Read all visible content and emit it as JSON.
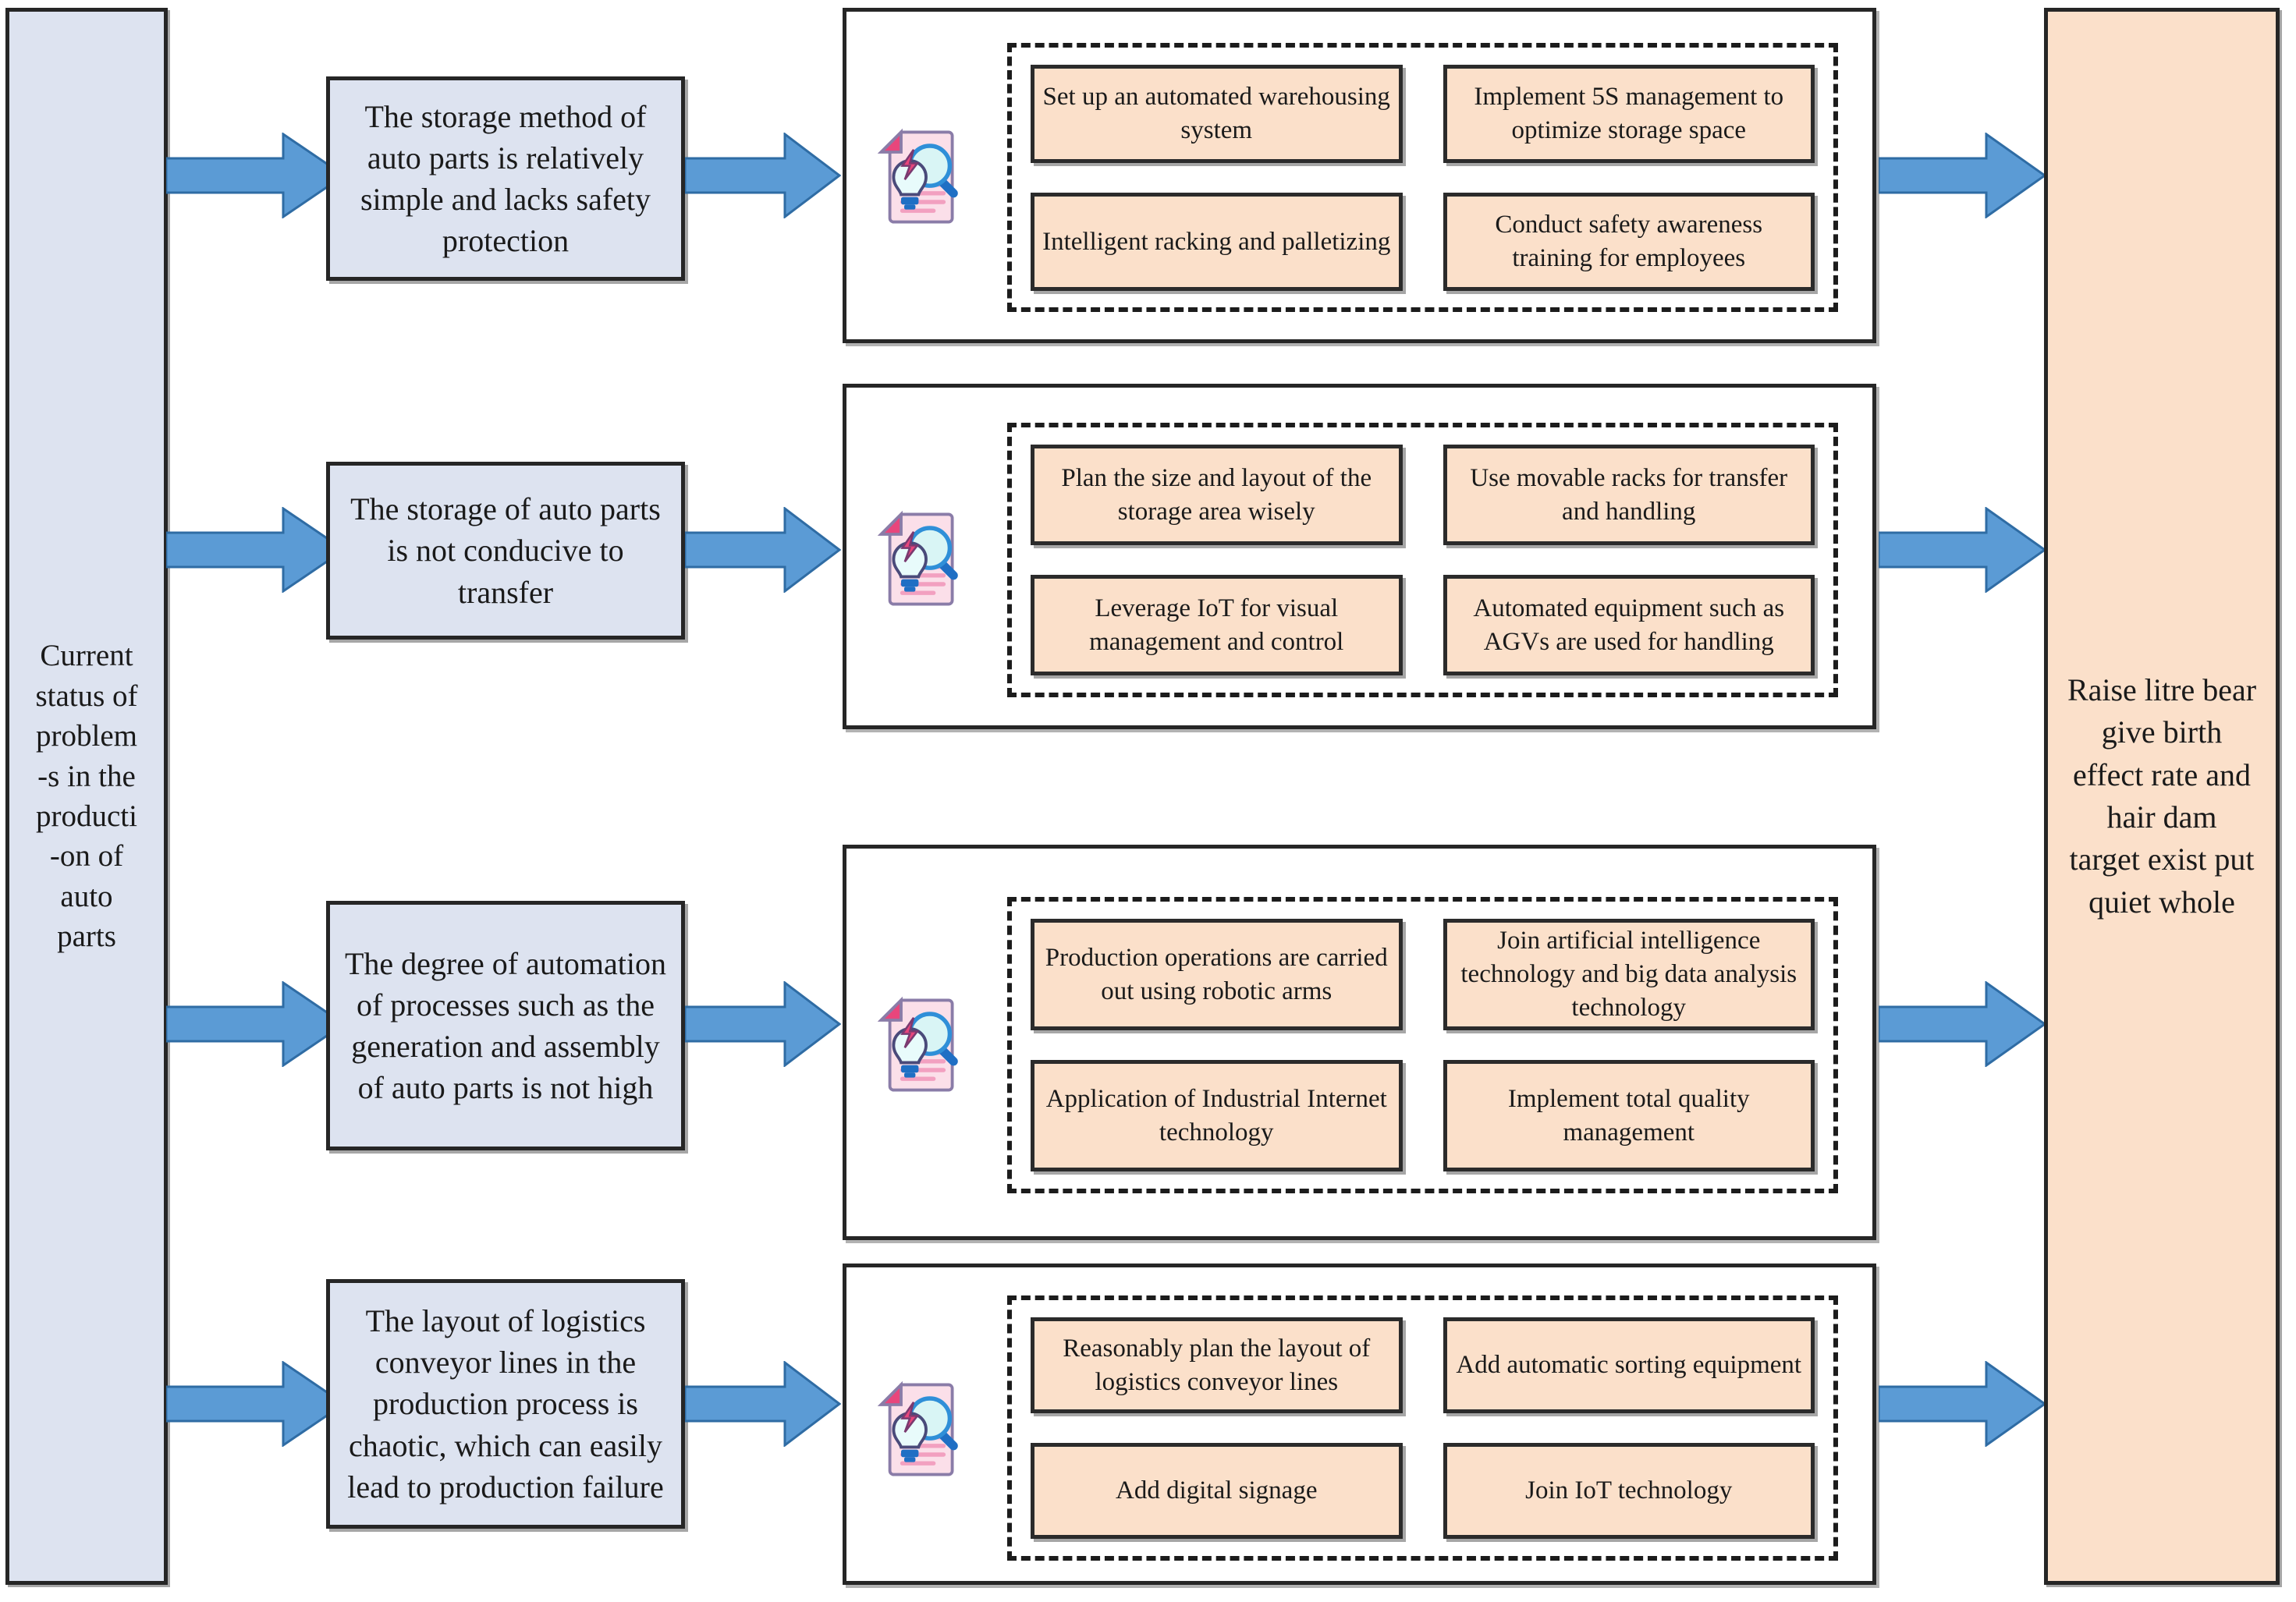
{
  "source": {
    "label": "Current status of problem-s in the producti-on of auto parts",
    "lines": [
      "Current",
      "status of",
      "problem",
      "-s in the",
      "producti",
      "-on of",
      "auto",
      "parts"
    ],
    "fill": "#dde3f0"
  },
  "result": {
    "label": "Raise litre bear give birth effect rate and hair dam target exist put quiet whole",
    "lines": [
      "Raise litre bear",
      "give birth",
      "effect rate and",
      "hair dam",
      "target exist put",
      "quiet whole"
    ],
    "fill": "#fbe0ca"
  },
  "colors": {
    "problem_fill": "#dde3f0",
    "solution_fill": "#fbe0ca",
    "arrow_fill": "#5b9bd5",
    "arrow_stroke": "#2f6ca4",
    "border": "#262626",
    "icon_pink": "#f2a0c0",
    "icon_magenta": "#e8467c",
    "icon_blue": "#1f6fc4",
    "icon_cyan": "#d9f5f5"
  },
  "icon": {
    "name": "document-analysis-idea-icon",
    "parts": [
      "document",
      "magnifier",
      "lightbulb",
      "lightning-bolt"
    ]
  },
  "rows": [
    {
      "id": "row-1",
      "problem": "The storage method of auto parts is relatively simple and lacks safety protection",
      "solutions": [
        "Set up an automated warehousing system",
        "Implement 5S management to optimize storage space",
        "Intelligent racking and palletizing",
        "Conduct safety awareness training for employees"
      ]
    },
    {
      "id": "row-2",
      "problem": "The storage of auto parts is not conducive to transfer",
      "solutions": [
        "Plan the size and layout of the storage area wisely",
        "Use movable racks for transfer and handling",
        "Leverage IoT for visual management and control",
        "Automated equipment such as AGVs are used for handling"
      ]
    },
    {
      "id": "row-3",
      "problem": "The degree of automation of processes such as the generation and assembly of auto parts is not high",
      "solutions": [
        "Production operations are carried out using robotic arms",
        "Join artificial intelligence technology and big data analysis technology",
        "Application of Industrial Internet technology",
        "Implement total quality management"
      ]
    },
    {
      "id": "row-4",
      "problem": "The layout of logistics conveyor lines in the production process is chaotic, which can easily lead to production failure",
      "solutions": [
        "Reasonably plan the layout of logistics conveyor lines",
        "Add automatic sorting equipment",
        "Add digital signage",
        "Join IoT technology"
      ]
    }
  ]
}
